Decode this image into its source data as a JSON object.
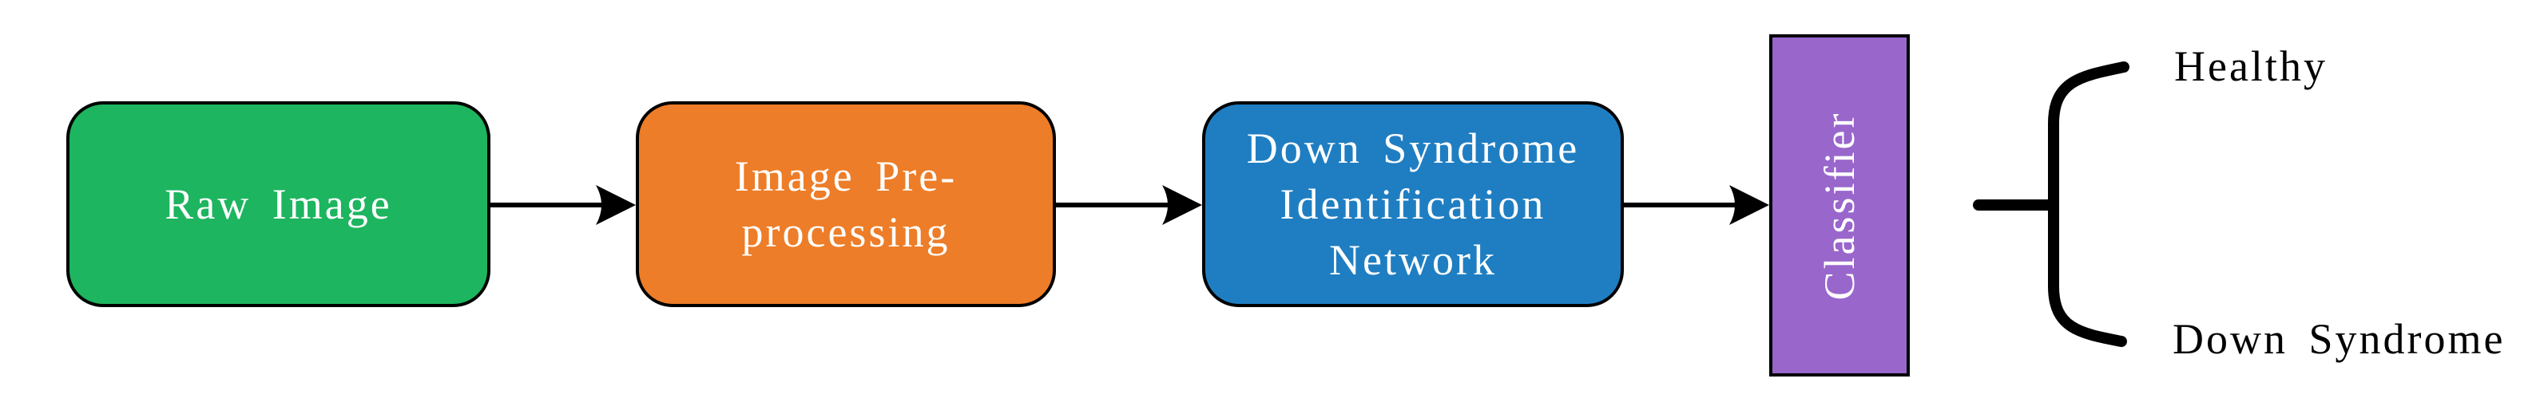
{
  "nodes": {
    "raw_image": {
      "label": "Raw Image",
      "fill": "#1db55f"
    },
    "preprocessing": {
      "label": "Image Pre-\nprocessing",
      "fill": "#ed7d28"
    },
    "identification_network": {
      "label": "Down Syndrome\nIdentification\nNetwork",
      "fill": "#1f7ec2"
    },
    "classifier": {
      "label": "Classifier",
      "fill": "#9966cc"
    }
  },
  "outputs": {
    "healthy": {
      "label": "Healthy"
    },
    "down_syndrome": {
      "label": "Down Syndrome"
    }
  },
  "style": {
    "node_text_color": "#ffffff",
    "output_text_color": "#000000",
    "connector_color": "#000000",
    "background_color": "#ffffff"
  }
}
